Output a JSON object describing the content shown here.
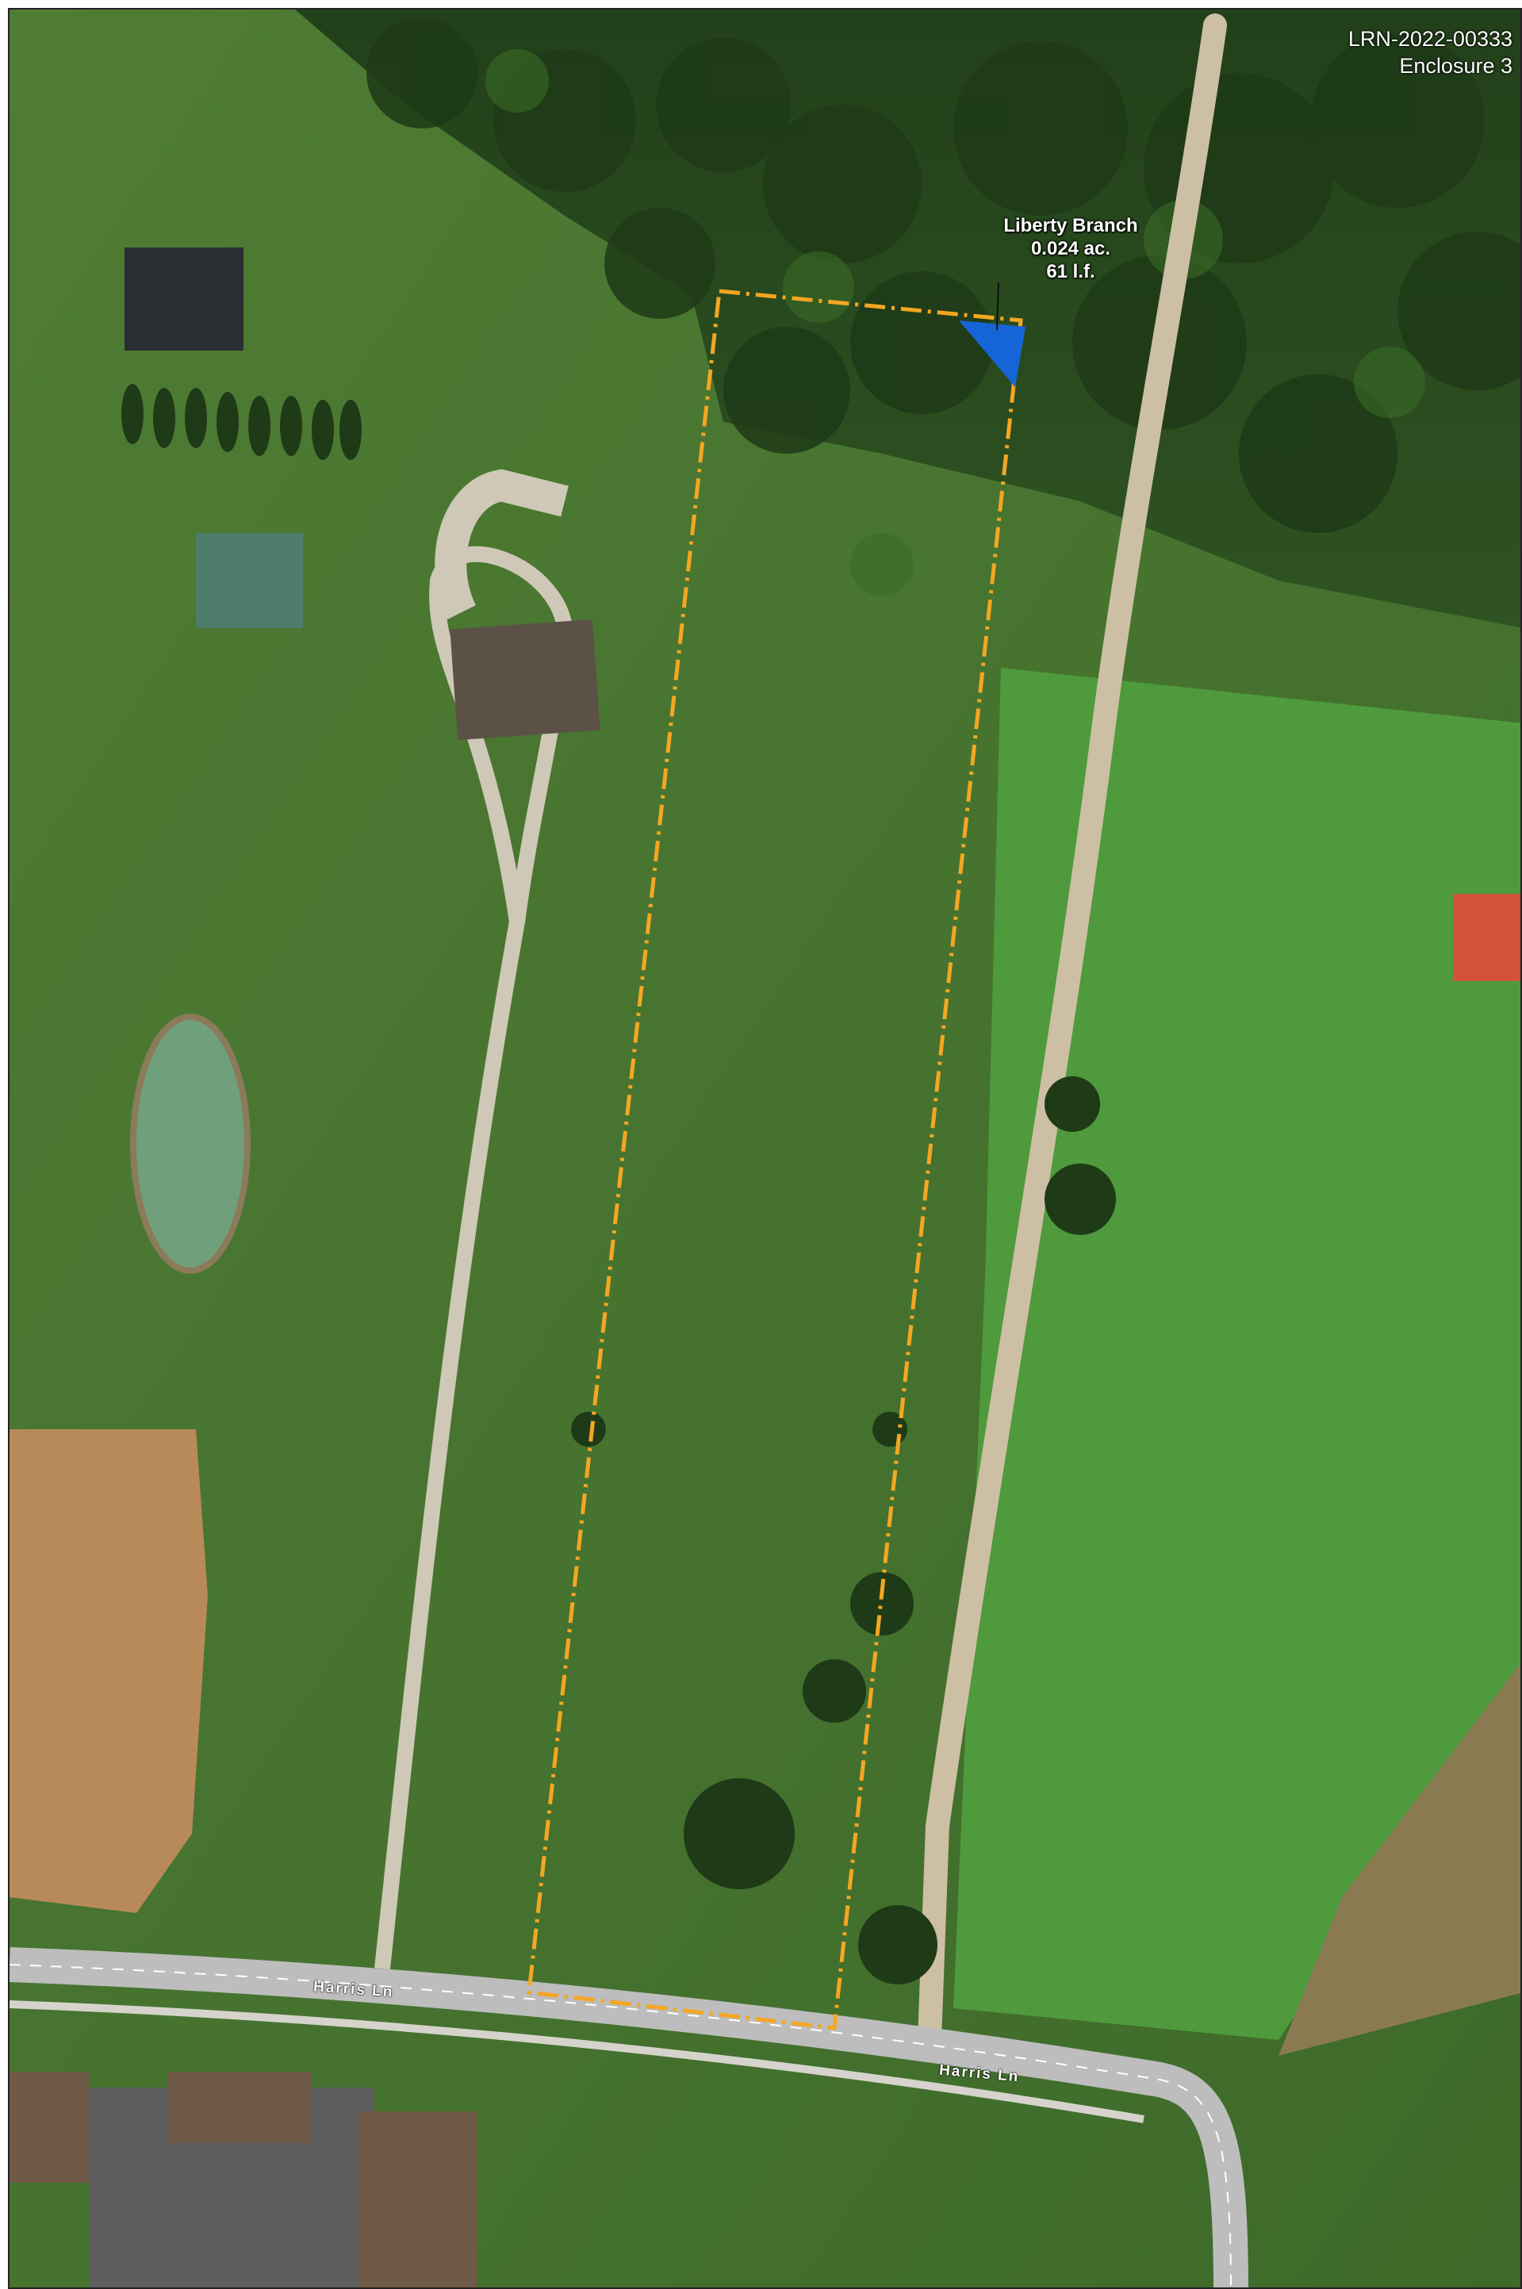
{
  "header": {
    "document_id": "LRN-2022-00333",
    "enclosure": "Enclosure 3"
  },
  "features": {
    "stream": {
      "name": "Liberty Branch",
      "area": "0.024 ac.",
      "length": "61 l.f."
    }
  },
  "roads": {
    "label_1": "Harris Ln",
    "label_2": "Harris Ln"
  },
  "colors": {
    "boundary": "#f5a623",
    "stream_polygon": "#1565d8"
  }
}
